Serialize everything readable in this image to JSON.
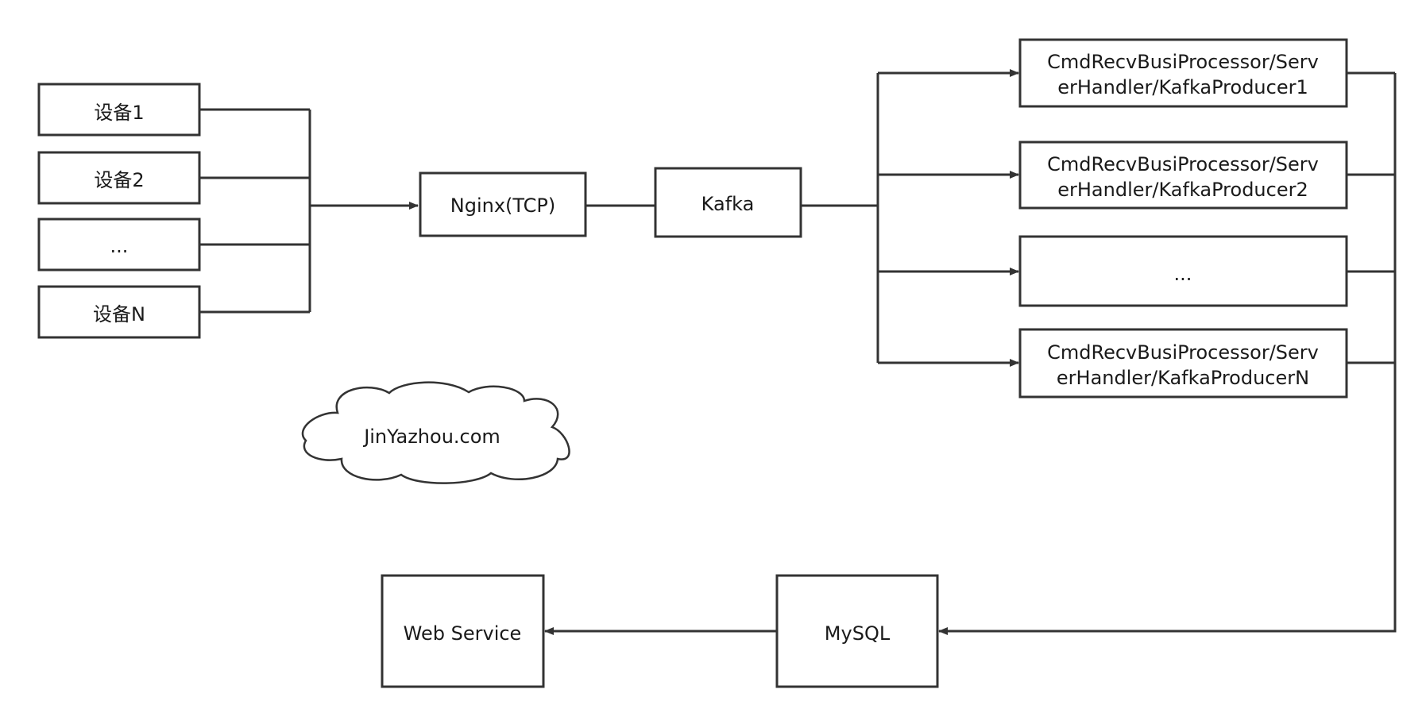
{
  "devices": [
    {
      "label": "设备1"
    },
    {
      "label": "设备2"
    },
    {
      "label": "..."
    },
    {
      "label": "设备N"
    }
  ],
  "nginx": {
    "label": "Nginx(TCP)"
  },
  "kafka": {
    "label": "Kafka"
  },
  "processors": [
    {
      "line1": "CmdRecvBusiProcessor/Serv",
      "line2": "erHandler/KafkaProducer1"
    },
    {
      "line1": "CmdRecvBusiProcessor/Serv",
      "line2": "erHandler/KafkaProducer2"
    },
    {
      "line1": "...",
      "line2": ""
    },
    {
      "line1": "CmdRecvBusiProcessor/Serv",
      "line2": "erHandler/KafkaProducerN"
    }
  ],
  "watermark": {
    "label": "JinYazhou.com"
  },
  "mysql": {
    "label": "MySQL"
  },
  "web_service": {
    "label": "Web Service"
  },
  "colors": {
    "stroke": "#333333",
    "text": "#1a1a1a",
    "background": "#ffffff"
  }
}
